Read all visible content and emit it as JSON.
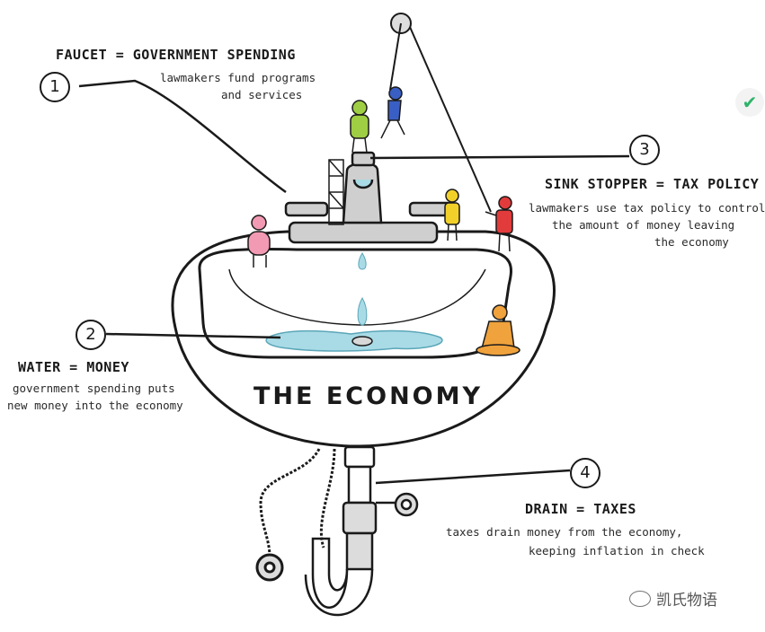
{
  "labels": {
    "faucet": {
      "number": "1",
      "title": "FAUCET = GOVERNMENT SPENDING",
      "desc": [
        "lawmakers fund programs",
        "and services"
      ]
    },
    "water": {
      "number": "2",
      "title": "WATER = MONEY",
      "desc": [
        "government spending puts",
        "new money into the economy"
      ]
    },
    "stopper": {
      "number": "3",
      "title": "SINK STOPPER = TAX POLICY",
      "desc": [
        "lawmakers use tax policy to control",
        "the amount of money leaving",
        "the economy"
      ]
    },
    "drain": {
      "number": "4",
      "title": "DRAIN = TAXES",
      "desc": [
        "taxes drain money from the economy,",
        "keeping inflation in check"
      ]
    }
  },
  "sink_label": "THE ECONOMY",
  "watermark": "凯氏物语",
  "colors": {
    "water": "#a9dbe6",
    "chrome": "#c9c9c9",
    "pink": "#f29ab3",
    "green": "#9fcd43",
    "blue": "#3a5fc4",
    "yellow": "#f2d02a",
    "red": "#e23b3b",
    "orange": "#f0a23c"
  },
  "icons": [
    "wechat-icon",
    "brand-badge-icon"
  ]
}
